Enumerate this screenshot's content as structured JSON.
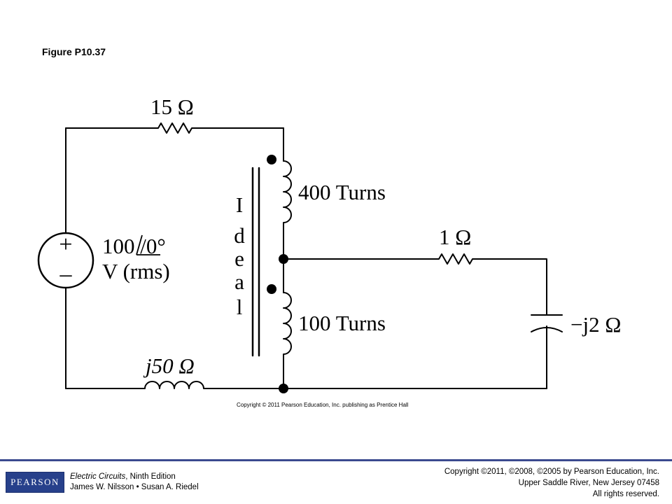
{
  "figure_title": "Figure P10.37",
  "labels": {
    "r15": "15 Ω",
    "turns_top": "400 Turns",
    "source_plus": "+",
    "source_minus": "–",
    "source_value": "100 /0°",
    "source_unit": "V (rms)",
    "ideal_letters": [
      "I",
      "d",
      "e",
      "a",
      "l"
    ],
    "r1": "1 Ω",
    "turns_bottom": "100 Turns",
    "capacitor": "−j2 Ω",
    "inductor": "j50 Ω"
  },
  "diagram_copyright": "Copyright © 2011 Pearson Education, Inc. publishing as Prentice Hall",
  "footer": {
    "logo_text": "PEARSON",
    "book_title": "Electric Circuits",
    "book_edition": ", Ninth Edition",
    "authors": "James W. Nilsson • Susan A. Riedel",
    "copyright_lines": [
      "Copyright ©2011, ©2008, ©2005 by Pearson Education, Inc.",
      "Upper Saddle River, New Jersey 07458",
      "All rights reserved."
    ]
  }
}
